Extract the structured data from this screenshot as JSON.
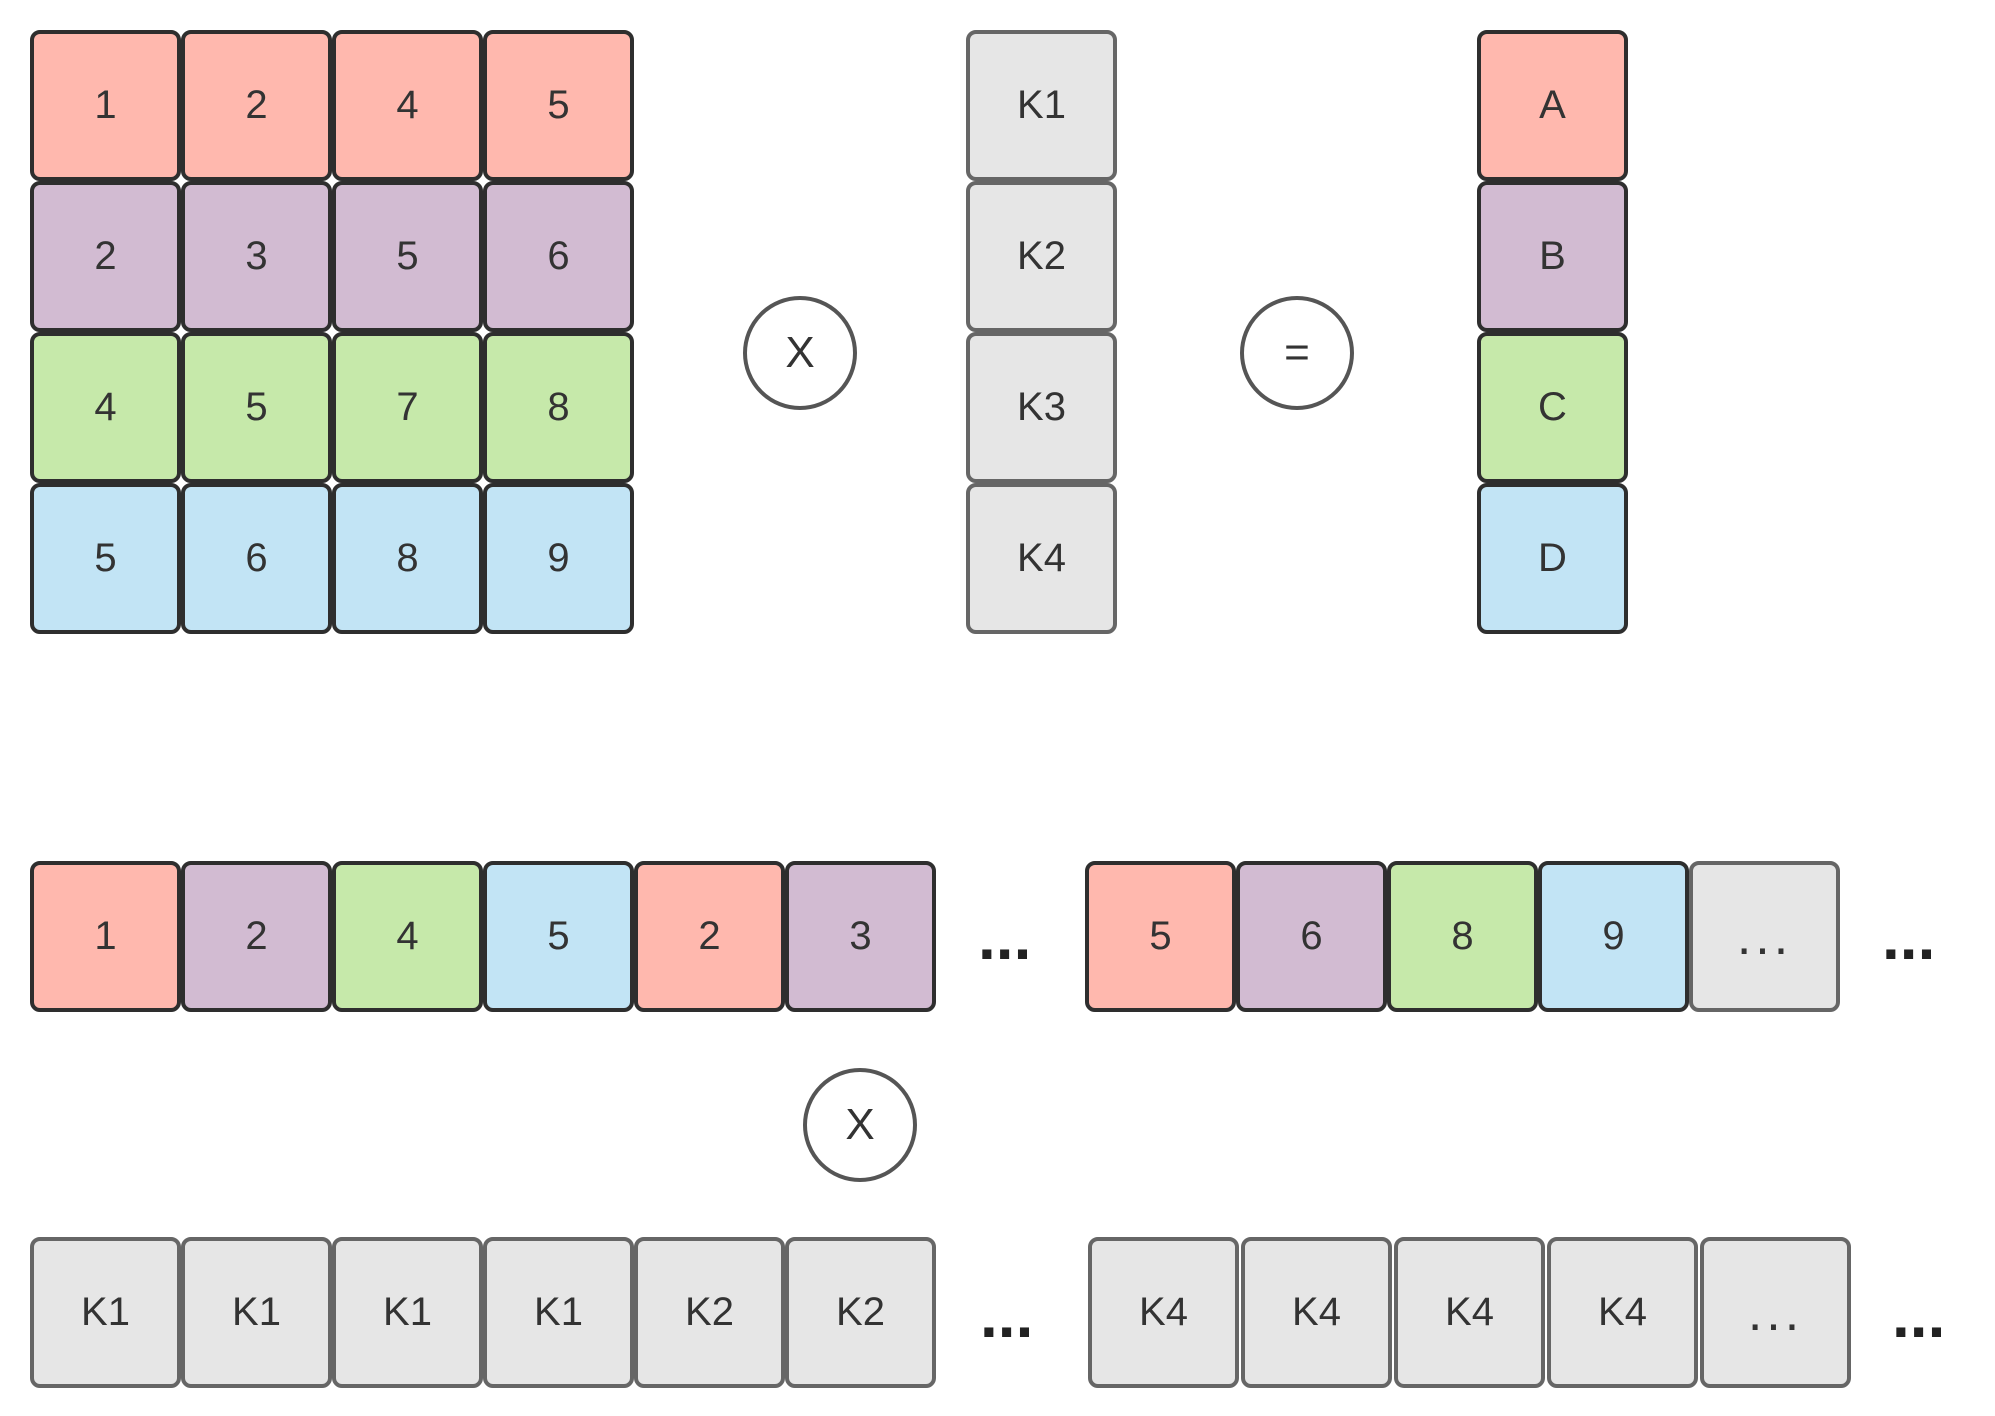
{
  "colors": {
    "red": "#ffb8ae",
    "purple": "#d2bbd2",
    "green": "#c6e9aa",
    "blue": "#c2e4f5",
    "gray": "#e6e6e6"
  },
  "matrix": {
    "rows": [
      {
        "color": "red",
        "values": [
          "1",
          "2",
          "4",
          "5"
        ]
      },
      {
        "color": "purple",
        "values": [
          "2",
          "3",
          "5",
          "6"
        ]
      },
      {
        "color": "green",
        "values": [
          "4",
          "5",
          "7",
          "8"
        ]
      },
      {
        "color": "blue",
        "values": [
          "5",
          "6",
          "8",
          "9"
        ]
      }
    ]
  },
  "multiply_symbol": "X",
  "equals_symbol": "=",
  "vector_k": [
    "K1",
    "K2",
    "K3",
    "K4"
  ],
  "result_vector": [
    {
      "label": "A",
      "color": "red"
    },
    {
      "label": "B",
      "color": "purple"
    },
    {
      "label": "C",
      "color": "green"
    },
    {
      "label": "D",
      "color": "blue"
    }
  ],
  "flattened_matrix": {
    "group1": [
      {
        "label": "1",
        "color": "red"
      },
      {
        "label": "2",
        "color": "purple"
      },
      {
        "label": "4",
        "color": "green"
      },
      {
        "label": "5",
        "color": "blue"
      },
      {
        "label": "2",
        "color": "red"
      },
      {
        "label": "3",
        "color": "purple"
      }
    ],
    "group2": [
      {
        "label": "5",
        "color": "red"
      },
      {
        "label": "6",
        "color": "purple"
      },
      {
        "label": "8",
        "color": "green"
      },
      {
        "label": "9",
        "color": "blue"
      },
      {
        "label": "...",
        "color": "gray"
      }
    ]
  },
  "flattened_k": {
    "group1": [
      "K1",
      "K1",
      "K1",
      "K1",
      "K2",
      "K2"
    ],
    "group2": [
      "K4",
      "K4",
      "K4",
      "K4",
      "..."
    ]
  },
  "ellipsis": "..."
}
